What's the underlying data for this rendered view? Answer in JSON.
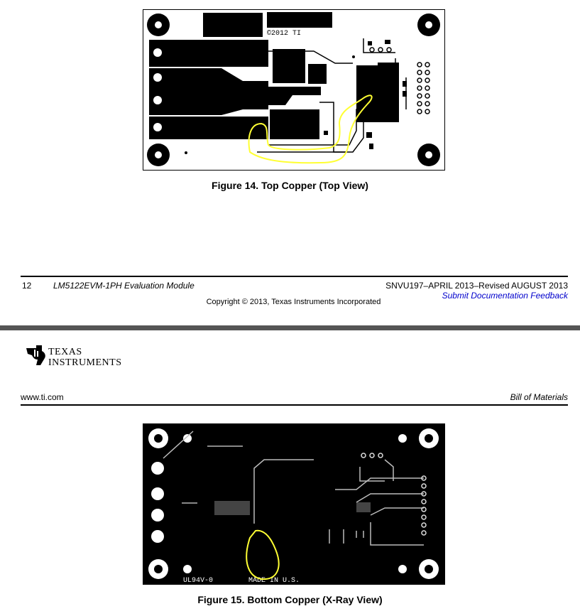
{
  "figures": {
    "top": {
      "caption": "Figure 14. Top Copper (Top View)",
      "silkscreen_text": "©2012 TI"
    },
    "bottom": {
      "caption": "Figure 15. Bottom Copper (X-Ray View)",
      "left_marking": "UL94V-0",
      "mid_marking": "MADE IN U.S."
    }
  },
  "footer": {
    "page_number": "12",
    "doc_title": "LM5122EVM-1PH Evaluation Module",
    "doc_id": "SNVU197–APRIL 2013–Revised AUGUST 2013",
    "feedback_link": "Submit Documentation Feedback",
    "copyright": "Copyright © 2013, Texas Instruments Incorporated"
  },
  "header": {
    "brand_line1": "TEXAS",
    "brand_line2": "INSTRUMENTS",
    "website": "www.ti.com",
    "section": "Bill of Materials"
  },
  "colors": {
    "highlight": "#ffff33",
    "page_separator": "#555555",
    "link": "#0000cc"
  }
}
